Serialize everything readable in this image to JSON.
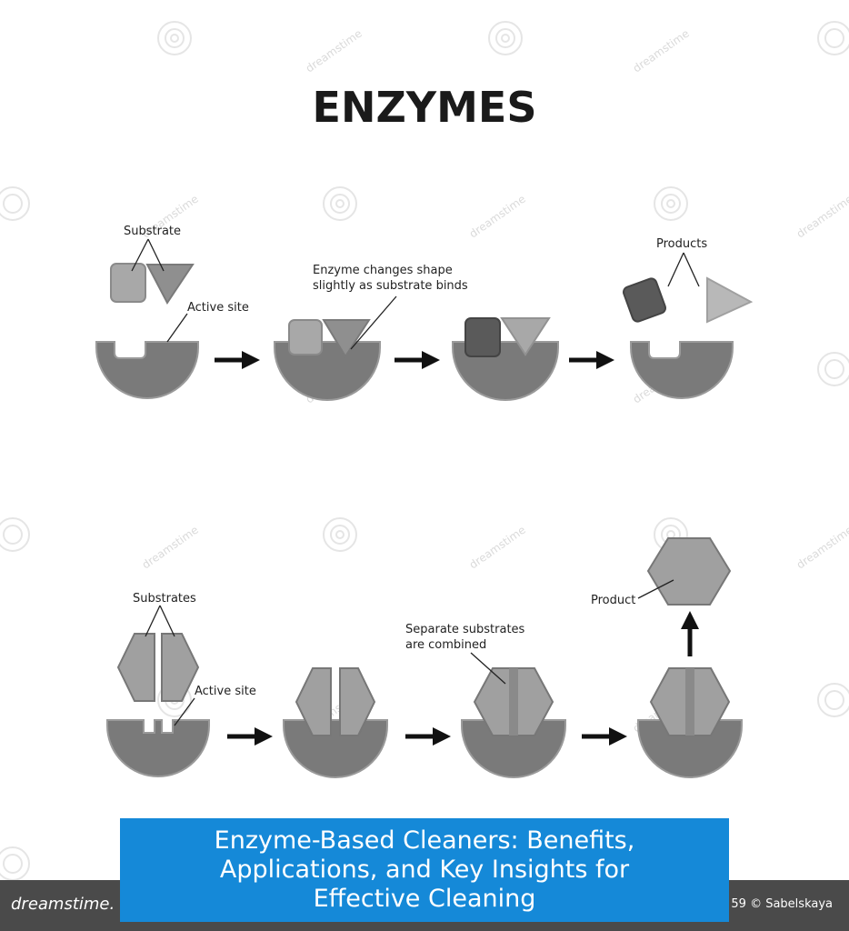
{
  "title": "ENZYMES",
  "row1": {
    "substrate": "Substrate",
    "active_site": "Active site",
    "enzyme_change_1": "Enzyme changes shape",
    "enzyme_change_2": "slightly as substrate binds",
    "products": "Products"
  },
  "row2": {
    "substrates": "Substrates",
    "active_site": "Active site",
    "combined_1": "Separate substrates",
    "combined_2": "are combined",
    "product": "Product"
  },
  "watermark": "dreamstime",
  "footer": {
    "brand": "dreamstime.",
    "credit": "59 © Sabelskaya"
  },
  "banner": "Enzyme-Based Cleaners: Benefits, Applications, and Key Insights for Effective Cleaning",
  "colors": {
    "enzyme": "#7a7a7a",
    "enzyme_stroke": "#9a9a9a",
    "substrate_light": "#a8a8a8",
    "substrate_dark": "#5a5a5a",
    "banner": "#1589d8"
  }
}
